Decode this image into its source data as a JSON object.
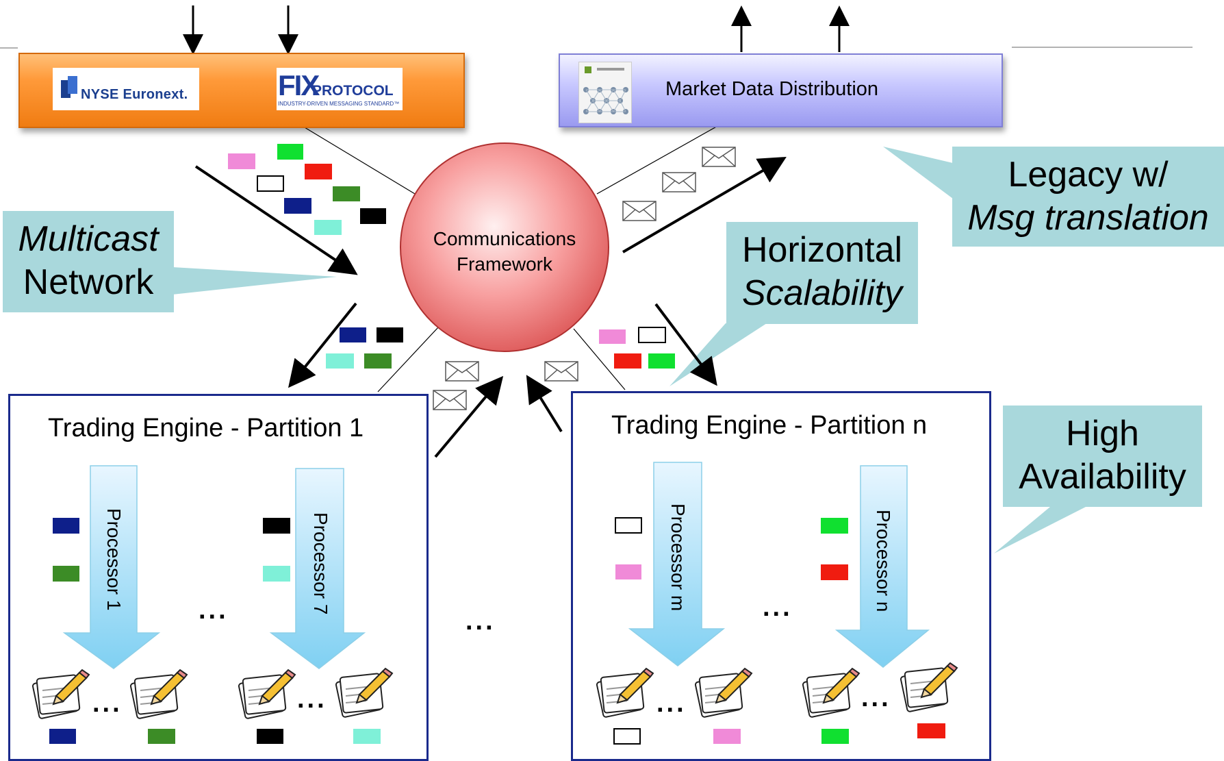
{
  "top_left_bar": {
    "nyse_logo_text": "NYSE Euronext.",
    "fix_logo_big": "FIX",
    "fix_logo_small": "PROTOCOL",
    "fix_logo_tagline": "INDUSTRY-DRIVEN MESSAGING STANDARD™"
  },
  "top_right_bar": {
    "title": "Market Data Distribution"
  },
  "hub": {
    "line1": "Communications",
    "line2": "Framework"
  },
  "callouts": {
    "multicast": {
      "line1": "Multicast",
      "line2": "Network"
    },
    "legacy": {
      "line1": "Legacy w/",
      "line2": "Msg translation"
    },
    "horizontal": {
      "line1": "Horizontal",
      "line2": "Scalability"
    },
    "ha": {
      "line1": "High",
      "line2": "Availability"
    }
  },
  "engines": [
    {
      "title": "Trading Engine - Partition 1",
      "processors": [
        {
          "label": "Processor 1"
        },
        {
          "label": "Processor 7"
        }
      ]
    },
    {
      "title": "Trading Engine - Partition n",
      "processors": [
        {
          "label": "Processor m"
        },
        {
          "label": "Processor n"
        }
      ]
    }
  ],
  "ellipsis": "...",
  "colors": {
    "navy": "#0e1f8a",
    "green": "#3c8c26",
    "black": "#000000",
    "aqua": "#7ff0d8",
    "pink": "#f08ad8",
    "bright_green": "#10e030",
    "red": "#f01c10",
    "white": "#ffffff",
    "callout": "#a9d8dc",
    "hub": "#f07878",
    "border_blue": "#1a2a8c"
  }
}
